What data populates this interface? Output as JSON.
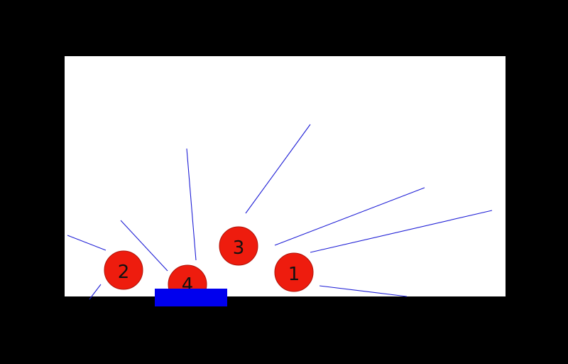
{
  "colors": {
    "background": "#000000",
    "playfield": "#ffffff",
    "ball_fill": "#ee1c0e",
    "ball_stroke": "#b01208",
    "aim_line": "#1f1fd6",
    "paddle": "#0000ee",
    "label": "#111111"
  },
  "balls": [
    {
      "label": "1"
    },
    {
      "label": "2"
    },
    {
      "label": "3"
    },
    {
      "label": "4"
    }
  ],
  "paddle": {
    "name": "paddle"
  }
}
